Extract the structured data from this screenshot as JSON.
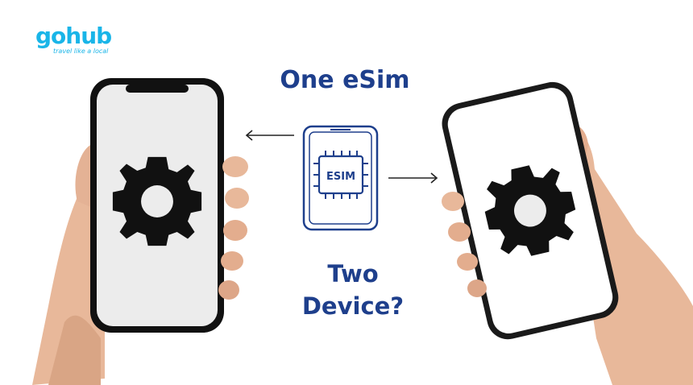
{
  "logo": {
    "name": "gohub",
    "tagline": "travel like a local",
    "color": "#19b5e8"
  },
  "headline": {
    "top": "One eSim",
    "bottom_line1": "Two",
    "bottom_line2": "Device?",
    "color": "#1e3f8c"
  },
  "chip": {
    "label": "ESIM",
    "color": "#1e3f8c"
  },
  "icons": {
    "left_phone": "gear-icon",
    "right_phone": "gear-icon",
    "arrows": [
      "arrow-left-icon",
      "arrow-right-icon"
    ]
  }
}
